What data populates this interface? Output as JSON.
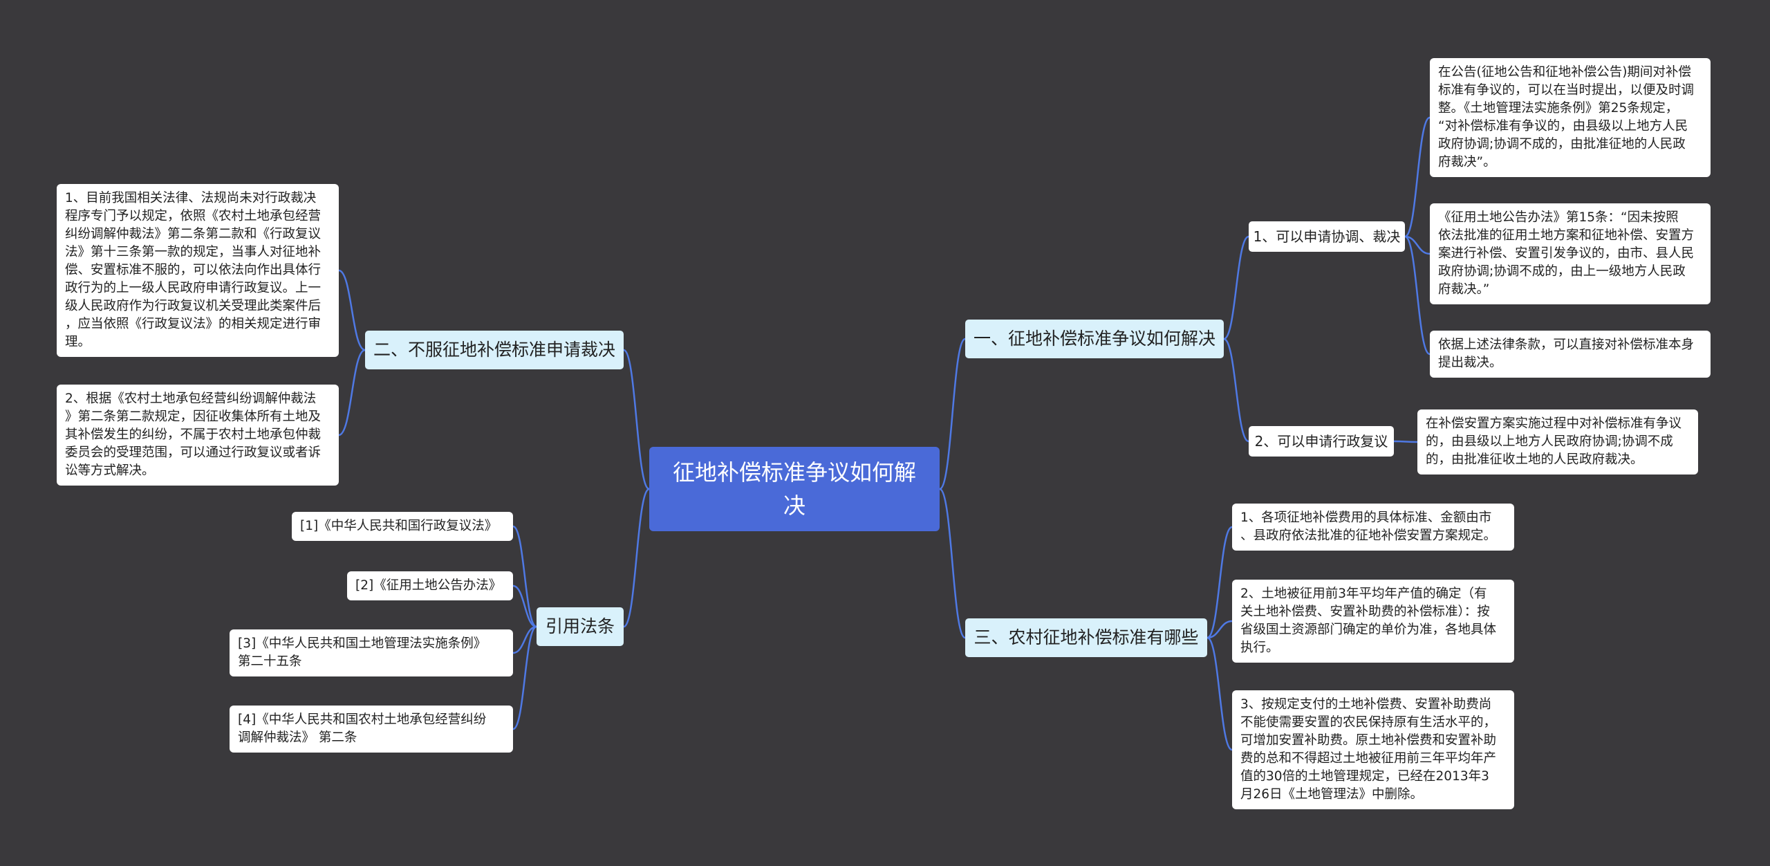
{
  "root": "征地补偿标准争议如何解决",
  "right": {
    "b1": {
      "label": "一、征地补偿标准争议如何解决",
      "s1": "1、可以申请协调、裁决",
      "s1_leaves": [
        [
          "在公告(征地公告和征地补偿公告)期间对补偿",
          "标准有争议的，可以在当时提出，以便及时调",
          "整。《土地管理法实施条例》第25条规定，",
          "“对补偿标准有争议的，由县级以上地方人民",
          "政府协调;协调不成的，由批准征地的人民政",
          "府裁决”。"
        ],
        [
          "《征用土地公告办法》第15条：“因未按照",
          "依法批准的征用土地方案和征地补偿、安置方",
          "案进行补偿、安置引发争议的，由市、县人民",
          "政府协调;协调不成的，由上一级地方人民政",
          "府裁决。”"
        ],
        [
          "依据上述法律条款，可以直接对补偿标准本身",
          "提出裁决。"
        ]
      ],
      "s2": "2、可以申请行政复议",
      "s2_leaf": [
        "在补偿安置方案实施过程中对补偿标准有争议",
        "的，由县级以上地方人民政府协调;协调不成",
        "的，由批准征收土地的人民政府裁决。"
      ]
    },
    "b3": {
      "label": "三、农村征地补偿标准有哪些",
      "leaves": [
        [
          "1、各项征地补偿费用的具体标准、金额由市",
          "、县政府依法批准的征地补偿安置方案规定。"
        ],
        [
          "2、土地被征用前3年平均年产值的确定（有",
          "关土地补偿费、安置补助费的补偿标准）：按",
          "省级国土资源部门确定的单价为准，各地具体",
          "执行。"
        ],
        [
          "3、按规定支付的土地补偿费、安置补助费尚",
          "不能使需要安置的农民保持原有生活水平的，",
          "可增加安置补助费。原土地补偿费和安置补助",
          "费的总和不得超过土地被征用前三年平均年产",
          "值的30倍的土地管理规定，已经在2013年3",
          "月26日《土地管理法》中删除。"
        ]
      ]
    }
  },
  "left": {
    "b2": {
      "label": "二、不服征地补偿标准申请裁决",
      "leaves": [
        [
          "1、目前我国相关法律、法规尚未对行政裁决",
          "程序专门予以规定，依照《农村土地承包经营",
          "纠纷调解仲裁法》第二条第二款和《行政复议",
          "法》第十三条第一款的规定，当事人对征地补",
          "偿、安置标准不服的，可以依法向作出具体行",
          "政行为的上一级人民政府申请行政复议。上一",
          "级人民政府作为行政复议机关受理此类案件后",
          "，应当依照《行政复议法》的相关规定进行审",
          "理。"
        ],
        [
          "2、根据《农村土地承包经营纠纷调解仲裁法",
          "》第二条第二款规定，因征收集体所有土地及",
          "其补偿发生的纠纷，不属于农村土地承包仲裁",
          "委员会的受理范围，可以通过行政复议或者诉",
          "讼等方式解决。"
        ]
      ]
    },
    "b4": {
      "label": "引用法条",
      "leaves": [
        [
          "[1]《中华人民共和国行政复议法》"
        ],
        [
          "[2]《征用土地公告办法》"
        ],
        [
          "[3]《中华人民共和国土地管理法实施条例》",
          "第二十五条"
        ],
        [
          "[4]《中华人民共和国农村土地承包经营纠纷",
          "调解仲裁法》 第二条"
        ]
      ]
    }
  },
  "colors": {
    "background": "#3a393c",
    "root": "#4a6ad8",
    "branch": "#d9f1fb",
    "leaf": "#ffffff",
    "line": "#4f79e4"
  }
}
